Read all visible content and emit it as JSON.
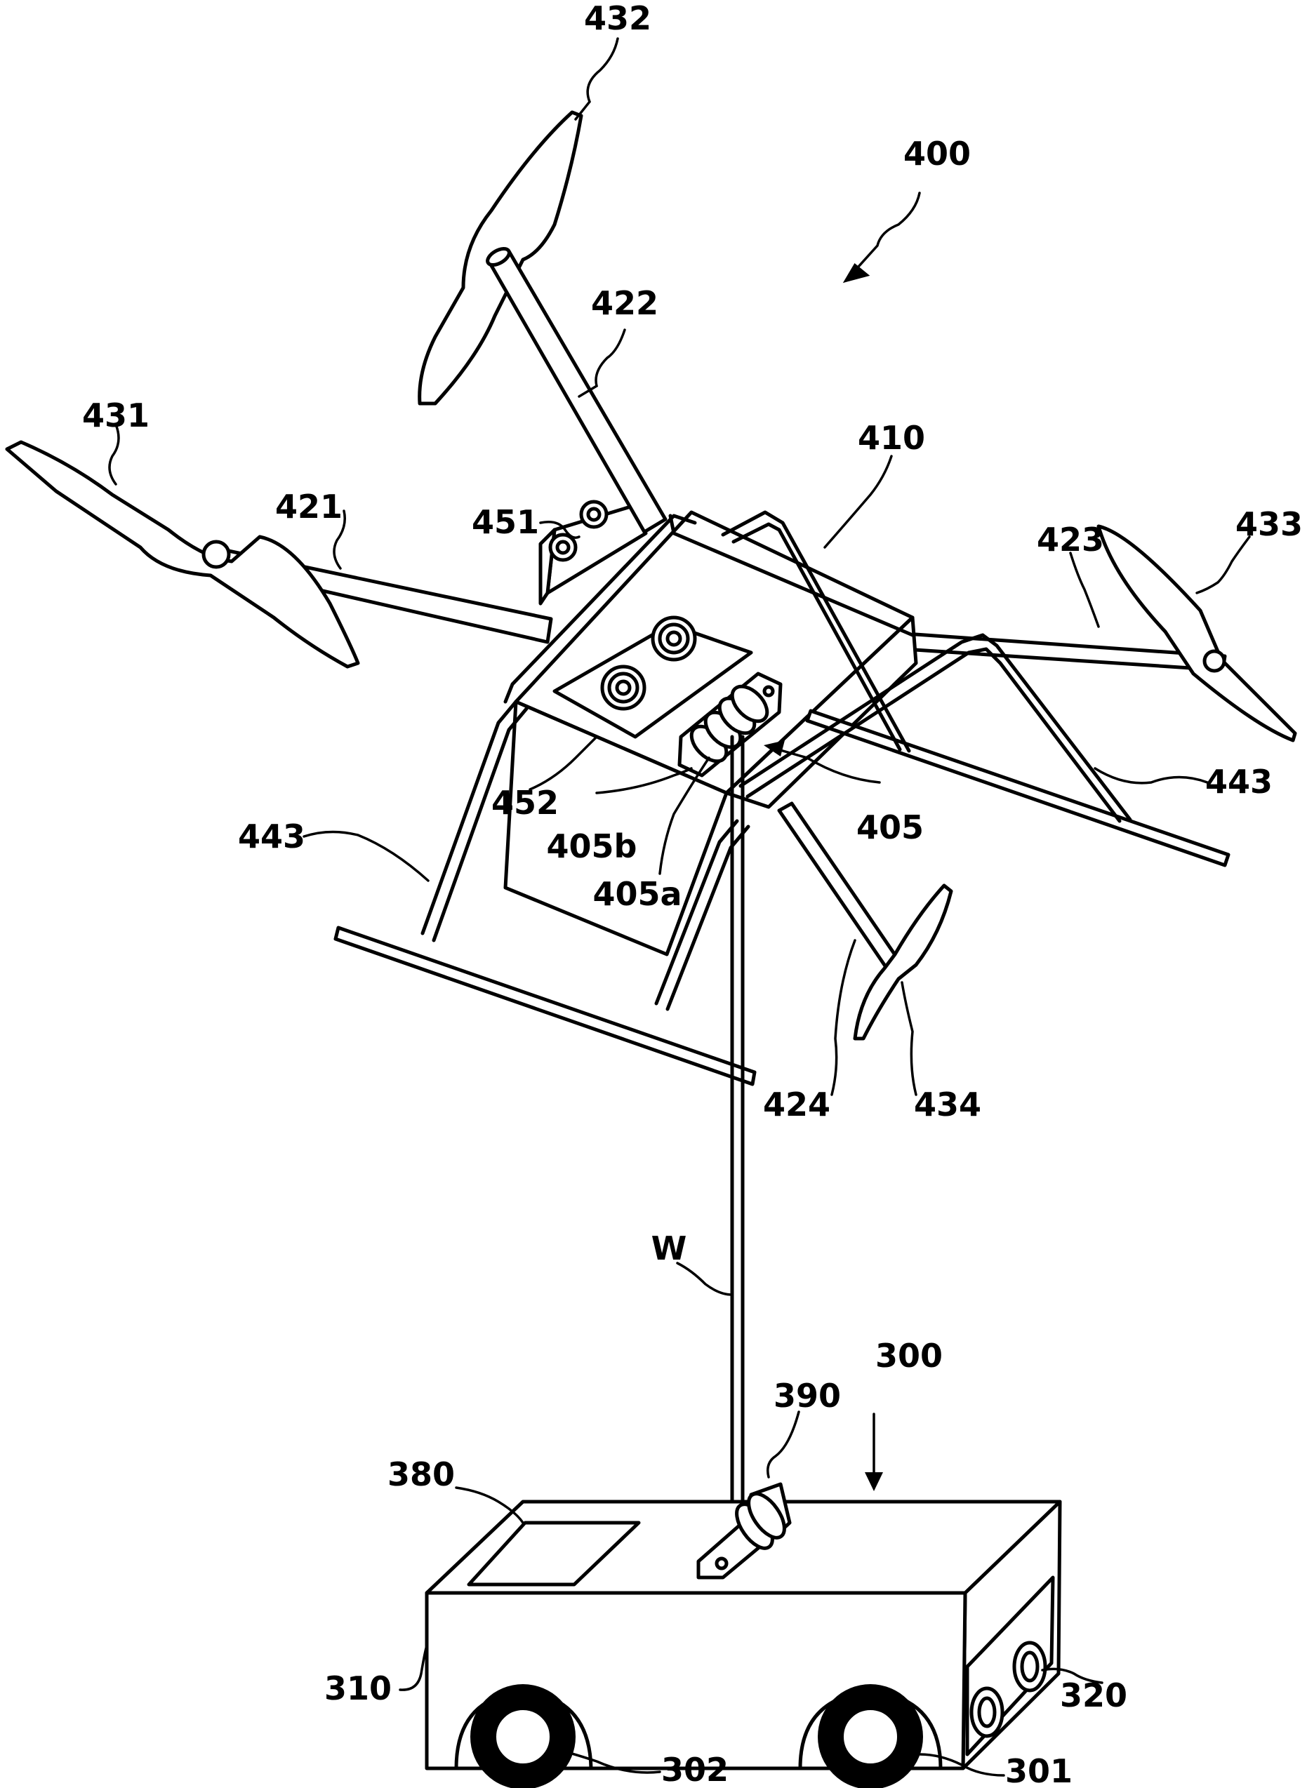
{
  "figure": {
    "labels": {
      "drone": "400",
      "body": "410",
      "arm_1": "421",
      "arm_2": "422",
      "arm_3": "423",
      "arm_4": "424",
      "rotor_1": "431",
      "rotor_2": "432",
      "rotor_3": "433",
      "rotor_4": "434",
      "leg_left": "443",
      "leg_right": "443",
      "camera_side": "451",
      "camera_front": "452",
      "winch": "405",
      "winch_drum": "405a",
      "winch_bracket": "405b",
      "wire": "W",
      "vehicle": "300",
      "vehicle_body": "310",
      "vehicle_camera": "320",
      "rear_wheel": "301",
      "front_wheel": "302",
      "panel": "380",
      "vehicle_winch": "390"
    },
    "colors": {
      "ink": "#000000",
      "paper": "#ffffff"
    }
  }
}
